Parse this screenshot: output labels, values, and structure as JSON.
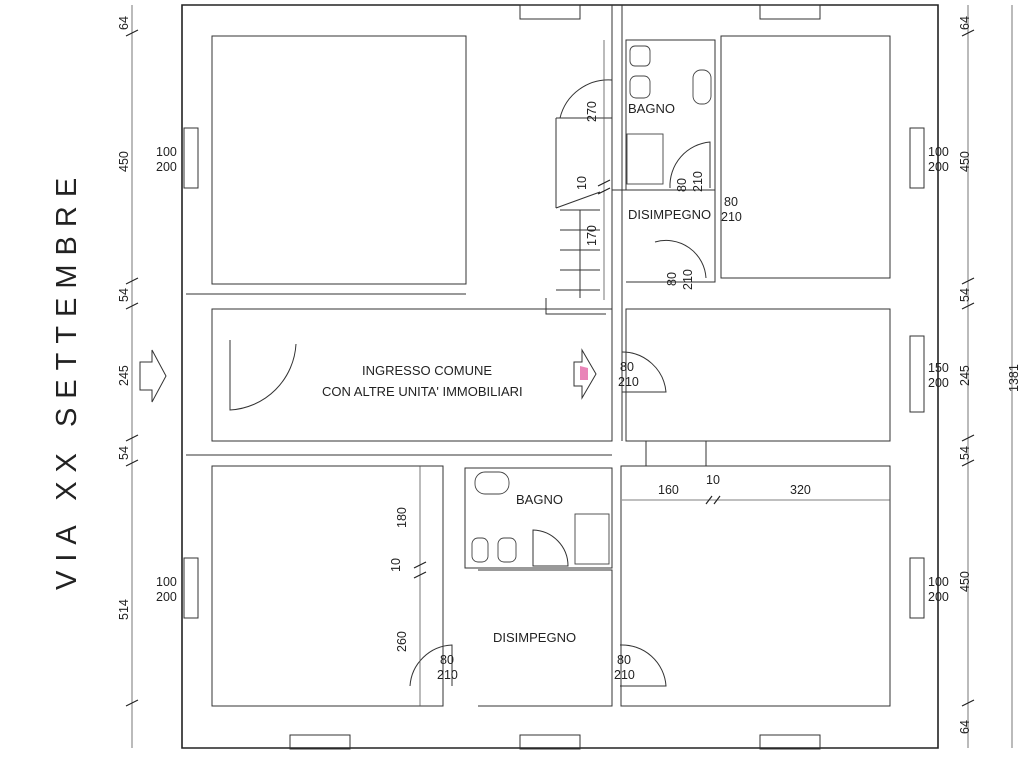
{
  "street_name": "VIA XX SETTEMBRE",
  "rooms": {
    "bath_top": "BAGNO",
    "hall_top": "DISIMPEGNO",
    "entrance_line1": "INGRESSO COMUNE",
    "entrance_line2": "CON ALTRE UNITA' IMMOBILIARI",
    "bath_bottom": "BAGNO",
    "hall_bottom": "DISIMPEGNO"
  },
  "dimensions": {
    "left_64_top": "64",
    "left_450": "450",
    "left_54_a": "54",
    "left_245": "245",
    "left_54_b": "54",
    "left_514": "514",
    "right_64_top": "64",
    "right_450_top": "450",
    "right_54_a": "54",
    "right_245": "245",
    "right_54_b": "54",
    "right_450_bottom": "450",
    "right_64_bottom": "64",
    "total_1381": "1381",
    "stair_270": "270",
    "stair_10": "10",
    "stair_170": "170",
    "mid_180": "180",
    "mid_10": "10",
    "mid_260": "260",
    "row_160": "160",
    "row_10": "10",
    "row_320": "320"
  },
  "windows": {
    "left_top_w": "100",
    "left_top_h": "200",
    "left_bottom_w": "100",
    "left_bottom_h": "200",
    "right_top_w": "100",
    "right_top_h": "200",
    "right_mid_w": "150",
    "right_mid_h": "200",
    "right_bottom_w": "100",
    "right_bottom_h": "200"
  },
  "doors": {
    "bath_a_w": "80",
    "bath_a_h": "210",
    "bath_b_w": "80",
    "bath_b_h": "210",
    "hall_w": "80",
    "hall_h": "210",
    "entrance_w": "80",
    "entrance_h": "210",
    "bottom_left_w": "80",
    "bottom_left_h": "210",
    "bottom_right_w": "80",
    "bottom_right_h": "210"
  },
  "colors": {
    "wall": "#222222",
    "background": "#ffffff",
    "marker": "#e985b8"
  }
}
